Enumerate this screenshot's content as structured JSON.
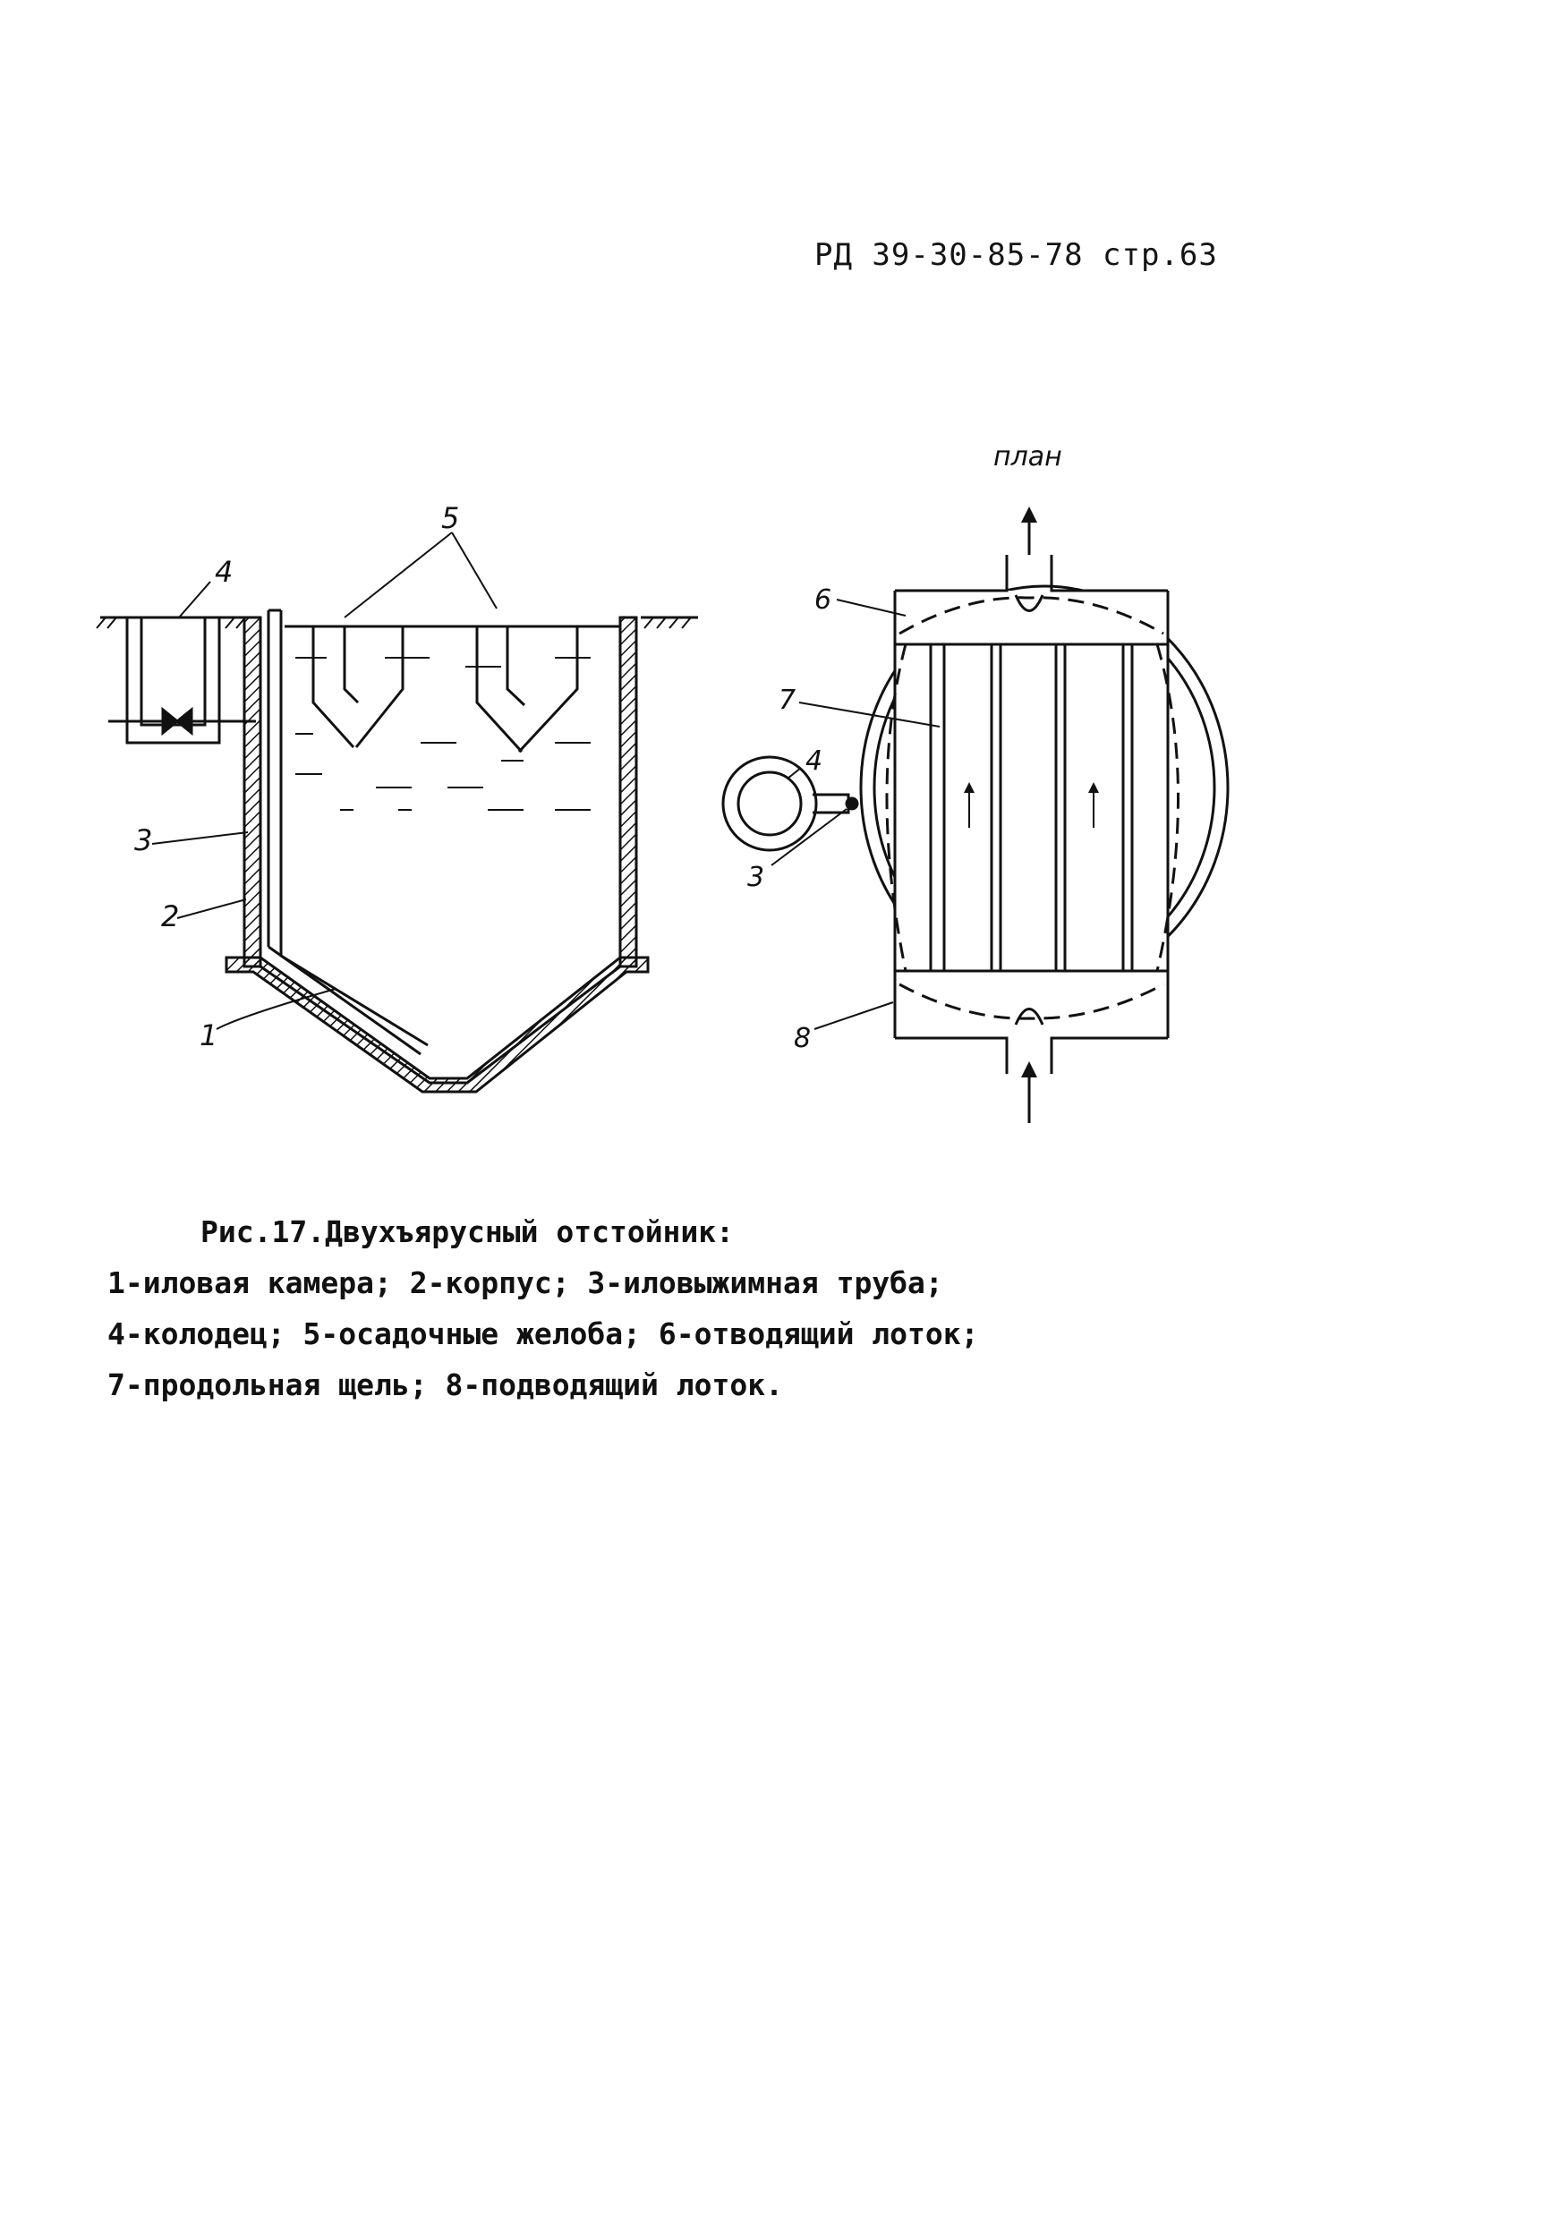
{
  "header": {
    "doc_ref": "РД 39-30-85-78 стр.63"
  },
  "section_view": {
    "labels": [
      "1",
      "2",
      "3",
      "4",
      "5"
    ]
  },
  "plan_view": {
    "title": "план",
    "labels": [
      "3",
      "4",
      "6",
      "7",
      "8"
    ]
  },
  "caption": {
    "title": "Рис.17.Двухъярусный отстойник:",
    "lines": [
      "1-иловая камера; 2-корпус; 3-иловыжимная труба;",
      "4-колодец; 5-осадочные желоба; 6-отводящий лоток;",
      "7-продольная щель; 8-подводящий лоток."
    ]
  }
}
